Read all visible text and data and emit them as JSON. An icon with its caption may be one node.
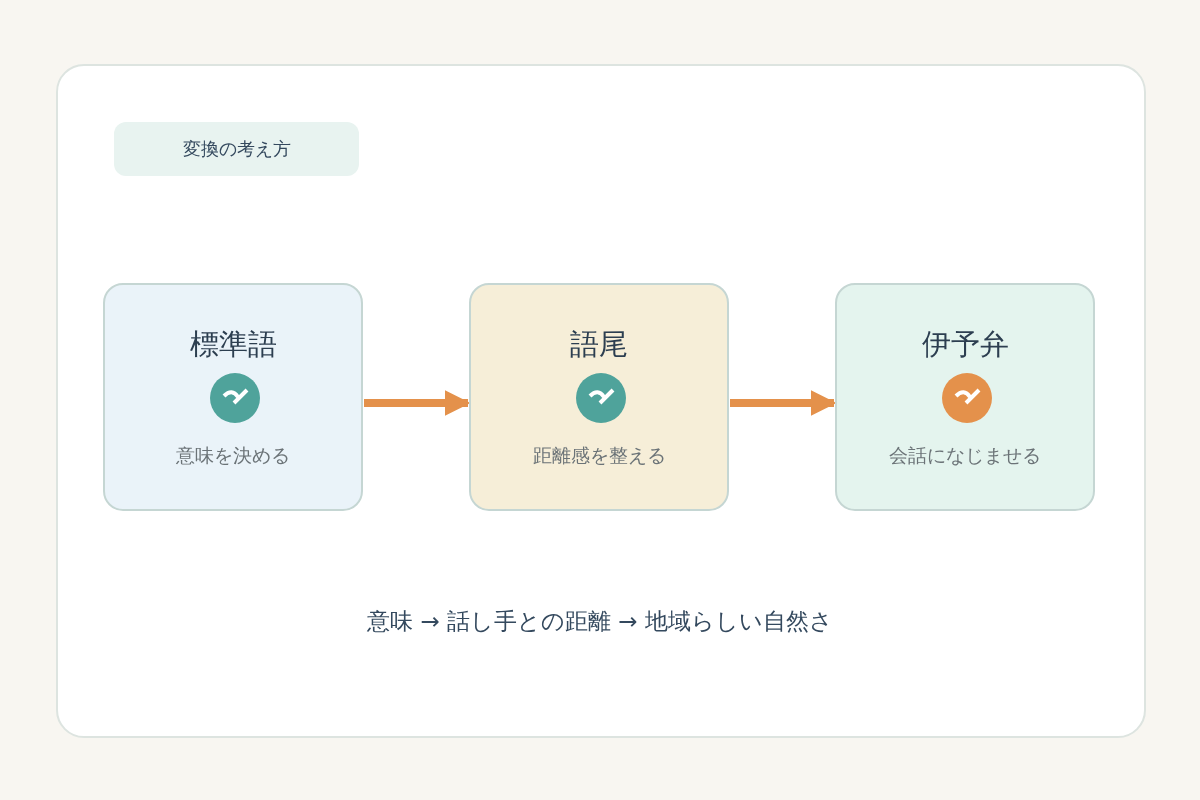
{
  "diagram": {
    "title": "変換の考え方",
    "caption": "意味 → 話し手との距離 → 地域らしい自然さ",
    "nodes": [
      {
        "text": [
          "標準語",
          "意味を決める"
        ]
      },
      {
        "text": [
          "語尾",
          "距離感を整える"
        ]
      },
      {
        "text": [
          "伊予弁",
          "会話になじませる"
        ]
      }
    ],
    "edges": [
      {
        "from": 0,
        "to": 1,
        "arrow": "to"
      },
      {
        "from": 1,
        "to": 2,
        "arrow": "to"
      }
    ]
  }
}
